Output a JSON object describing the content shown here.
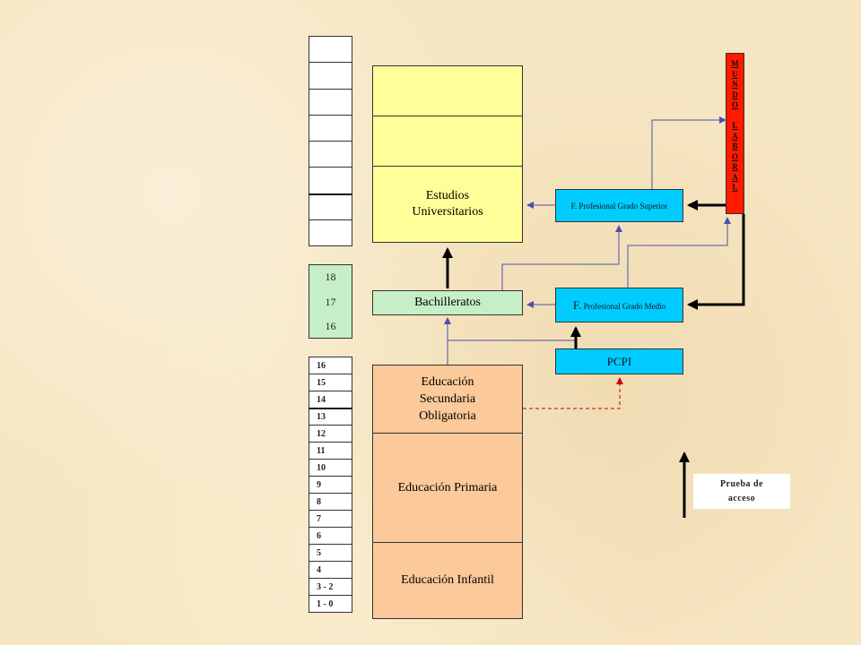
{
  "ages_top_blank_rows": 8,
  "ages_bachillerato": [
    "18",
    "17",
    "16"
  ],
  "ages_compulsory": [
    "16",
    "15",
    "14",
    "13",
    "12",
    "11",
    "10",
    "9",
    "8",
    "7",
    "6",
    "5",
    "4",
    "3 - 2",
    "1 - 0"
  ],
  "stages": {
    "universitarios": "Estudios Universitarios",
    "bachilleratos": "Bachilleratos",
    "eso": "Educación Secundaria Obligatoria",
    "primaria": "Educación Primaria",
    "infantil": "Educación Infantil"
  },
  "vocational": {
    "fp_superior": "F. Profesional Grado Superior",
    "fp_medio_prefix": "F.",
    "fp_medio_rest": " Profesional Grado Medio",
    "pcpi": "PCPI"
  },
  "mundo_laboral_letters": [
    "M",
    "U",
    "N",
    "D",
    "O",
    "",
    "L",
    "A",
    "B",
    "O",
    "R",
    "A",
    "L"
  ],
  "legend": {
    "label": "Prueba de acceso"
  },
  "colors": {
    "university": "#ffff99",
    "school": "#fcc99a",
    "bachillerato": "#c6efc8",
    "vocational": "#00ccff",
    "labour": "#ff1a00",
    "flow_arrow": "#4b50b0",
    "access_arrow": "#000000",
    "pcpi_link": "#cc0000"
  }
}
